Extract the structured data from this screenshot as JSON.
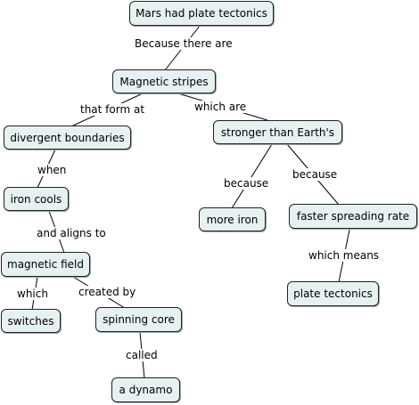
{
  "nodes": {
    "mars": "Mars had plate tectonics",
    "stripes": "Magnetic stripes",
    "divergent": "divergent boundaries",
    "stronger": "stronger than Earth's",
    "ironcools": "iron cools",
    "moreiron": "more iron",
    "faster": "faster spreading rate",
    "magfield": "magnetic field",
    "plate": "plate tectonics",
    "switches": "switches",
    "spinning": "spinning core",
    "dynamo": "a dynamo"
  },
  "links": {
    "because_there_are": "Because there are",
    "that_form_at": "that form at",
    "which_are": "which are",
    "when": "when",
    "because_left": "because",
    "because_right": "because",
    "and_aligns_to": "and aligns to",
    "which_means": "which means",
    "which": "which",
    "created_by": "created by",
    "called": "called"
  }
}
